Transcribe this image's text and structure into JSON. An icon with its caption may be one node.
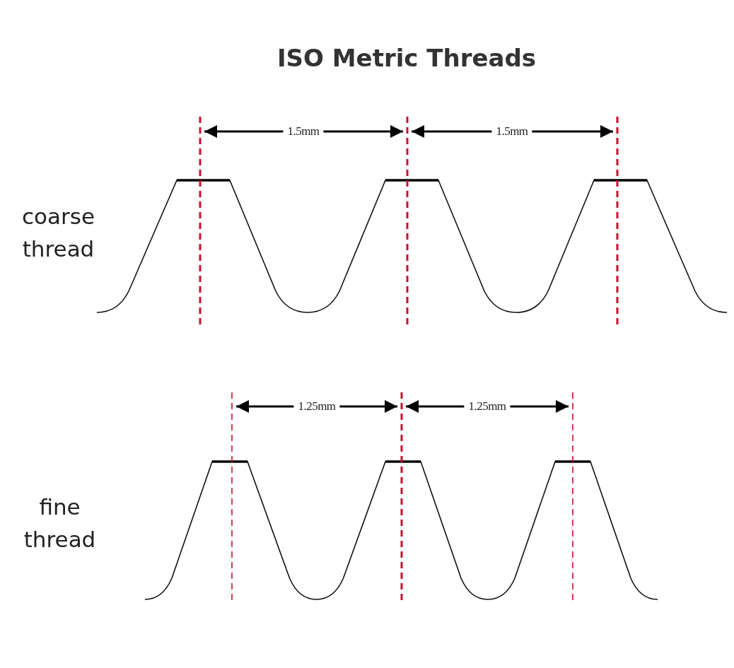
{
  "diagram": {
    "title": "ISO Metric Threads",
    "labels": [
      "1.5mm",
      "1.5mm",
      "coarse thread",
      "1.25mm",
      "1.25mm",
      "fine thread"
    ]
  }
}
